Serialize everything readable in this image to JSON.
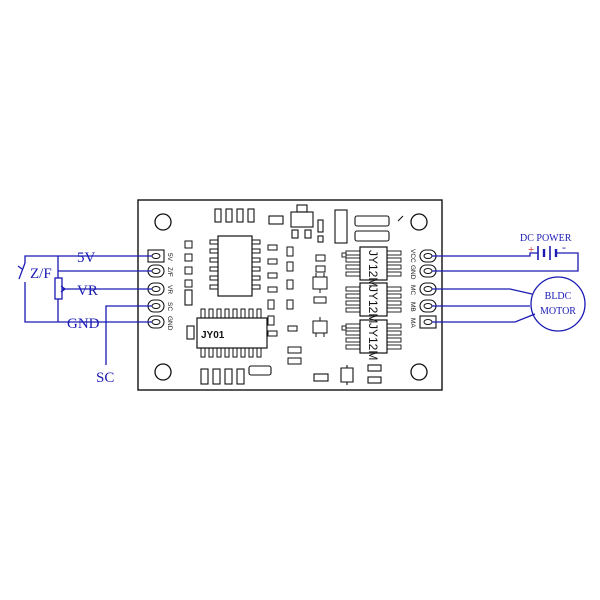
{
  "board": {
    "main_chip_label": "JY01",
    "driver_chip_label": "JY12M",
    "left_pins": [
      "5V",
      "Z/F",
      "VR",
      "SC",
      "GND"
    ],
    "right_pins": [
      "VCC",
      "GND",
      "MC",
      "MB",
      "MA"
    ]
  },
  "wiring": {
    "labels": {
      "v5": "5V",
      "zf": "Z/F",
      "vr": "VR",
      "gnd": "GND",
      "sc": "SC",
      "dc_power": "DC POWER",
      "plus": "+",
      "minus": "-"
    },
    "motor_label_lines": [
      "BLDC",
      "MOTOR"
    ]
  },
  "colors": {
    "wire": "#1a1ab4",
    "board_outline": "#111111",
    "power_plus": "#d02020"
  }
}
